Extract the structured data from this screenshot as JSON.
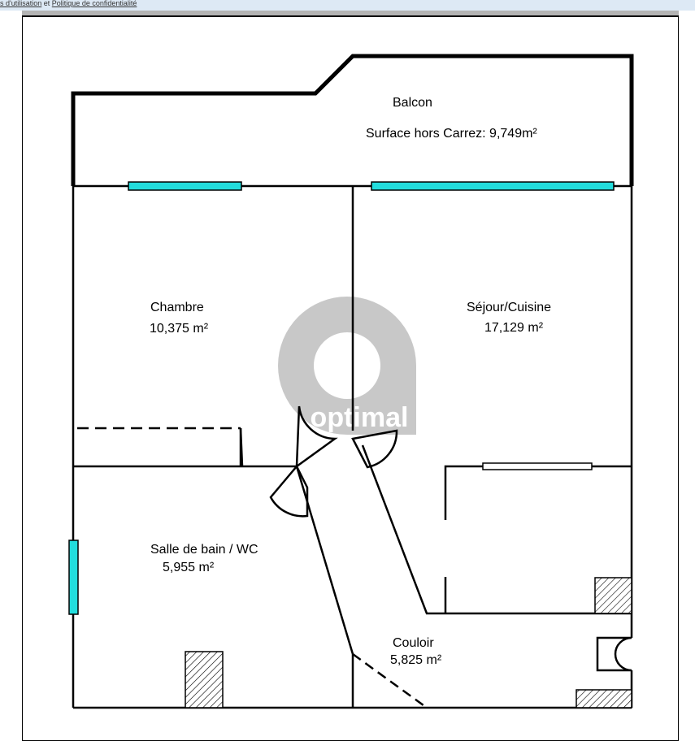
{
  "topbar": {
    "link1": "s d'utilisation",
    "sep": "et",
    "link2": "Politique de confidentialité"
  },
  "watermark": "optimal",
  "rooms": {
    "balcon": {
      "name": "Balcon",
      "area": "Surface hors Carrez: 9,749m²"
    },
    "chambre": {
      "name": "Chambre",
      "area": "10,375  m²"
    },
    "sejour": {
      "name": "Séjour/Cuisine",
      "area": "17,129  m²"
    },
    "sdb": {
      "name": "Salle de bain / WC",
      "area": "5,955  m²"
    },
    "couloir": {
      "name": "Couloir",
      "area": "5,825  m²"
    }
  },
  "colors": {
    "window": "#22dddd",
    "watermark": "#c8c8c8"
  }
}
